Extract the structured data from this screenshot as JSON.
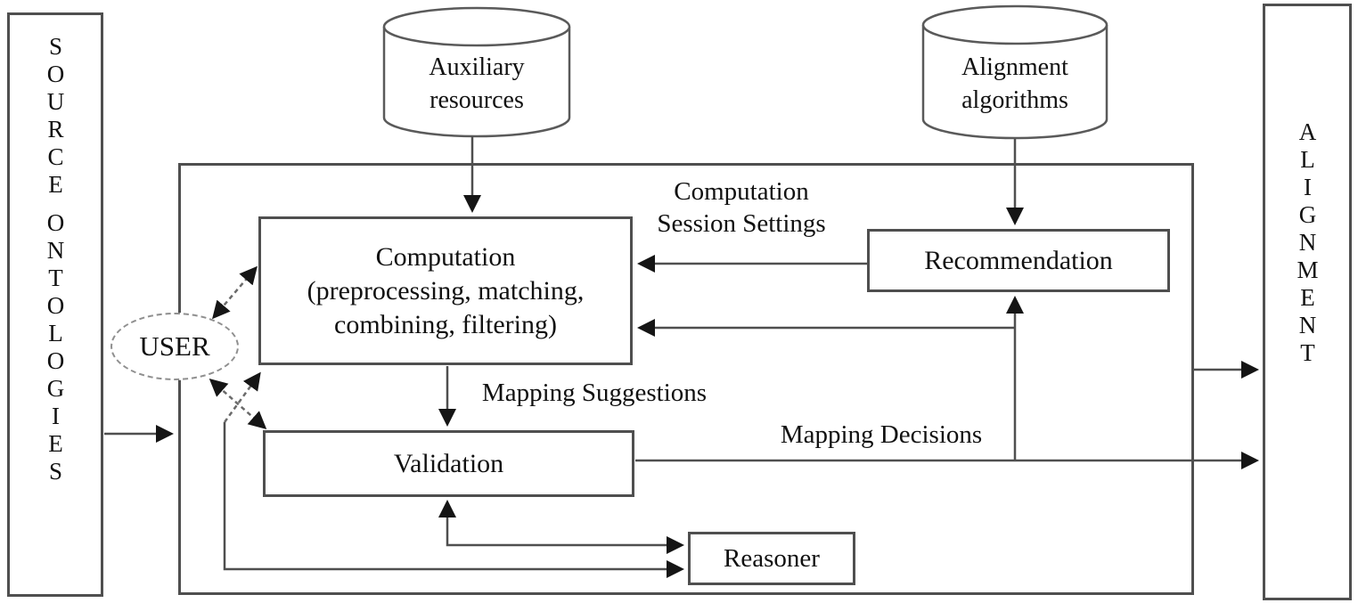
{
  "diagram": {
    "left_panel": {
      "words": [
        "SOURCE",
        "ONTOLOGIES"
      ]
    },
    "right_panel": {
      "word": "ALIGNMENT"
    },
    "stores": {
      "auxiliary": {
        "lines": [
          "Auxiliary",
          "resources"
        ]
      },
      "algorithms": {
        "lines": [
          "Alignment",
          "algorithms"
        ]
      }
    },
    "nodes": {
      "computation": {
        "lines": [
          "Computation",
          "(preprocessing, matching,",
          "combining, filtering)"
        ]
      },
      "recommendation": {
        "label": "Recommendation"
      },
      "validation": {
        "label": "Validation"
      },
      "reasoner": {
        "label": "Reasoner"
      },
      "user": {
        "label": "USER"
      }
    },
    "edge_labels": {
      "computation_session_settings": "Computation Session Settings",
      "mapping_suggestions": "Mapping Suggestions",
      "mapping_decisions": "Mapping Decisions"
    },
    "colors": {
      "line": "#4f4f4f",
      "arrow": "#151515",
      "background": "#ffffff",
      "text": "#111111"
    }
  }
}
